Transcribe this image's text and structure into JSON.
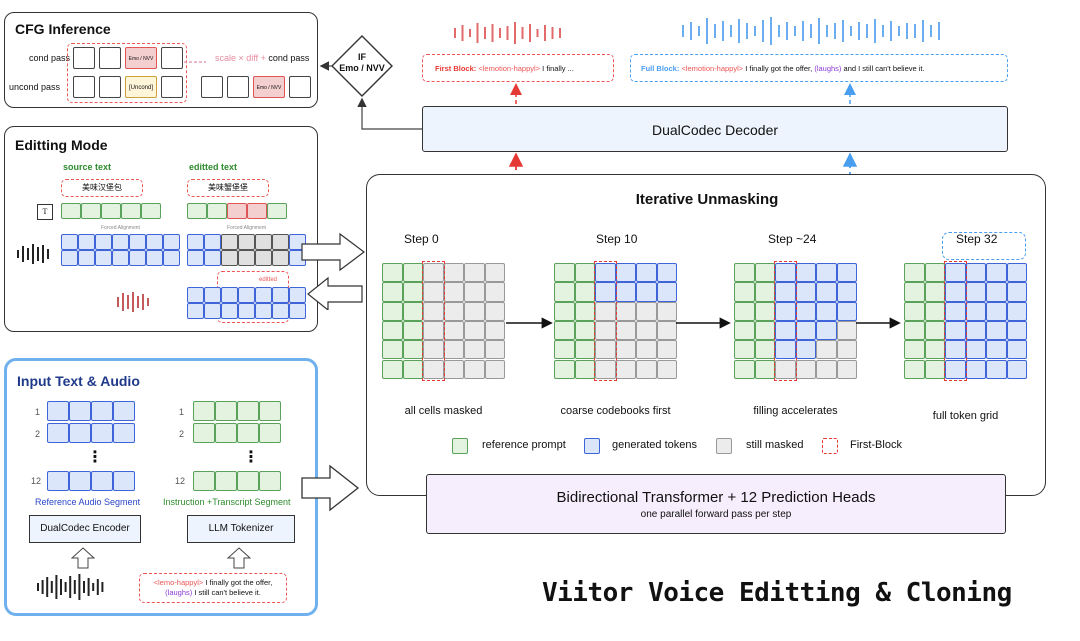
{
  "cfg": {
    "title": "CFG Inference",
    "cond_label": "cond pass",
    "uncond_label": "uncond pass",
    "emo_chip": "Emo / NVV",
    "uncond_chip": "[Uncond]",
    "formula_left": "scale × diff +",
    "formula_right": "cond pass",
    "result_chip": "Emo / NVV",
    "decision_line1": "IF",
    "decision_line2": "Emo / NVV"
  },
  "editing": {
    "title": "Editting Mode",
    "source_label": "source text",
    "edited_label": "editted text",
    "source_text": "美味汉堡包",
    "edited_text": "美味蟹堡堡",
    "text_icon": "T",
    "forced_alignment": "Forced Alignment",
    "edited_tag": "editted"
  },
  "input": {
    "title": "Input Text & Audio",
    "row_labels": [
      "1",
      "2",
      "12"
    ],
    "ellipsis": "⋮",
    "ref_segment": "Reference Audio Segment",
    "instr_segment": "Instruction +Transcript Segment",
    "encoder": "DualCodec Encoder",
    "tokenizer": "LLM Tokenizer",
    "prompt_tag": "<lemo-happyl>",
    "prompt_text1": " I finally got the offer,",
    "prompt_laughs": "(laughs)",
    "prompt_text2": " I still can't believe it."
  },
  "output": {
    "first_label": "First Block:",
    "first_tag": "<lemotion-happyl>",
    "first_text": " I finally ...",
    "full_label": "Full Block:",
    "full_tag": "<lemotion-happyl>",
    "full_text1": " I finally got the offer,",
    "full_laughs": "(laughs)",
    "full_text2": " and I still can't believe it.",
    "decoder": "DualCodec Decoder"
  },
  "unmask": {
    "title": "Iterative Unmasking",
    "steps": [
      {
        "label": "Step 0",
        "caption": "all cells masked"
      },
      {
        "label": "Step 10",
        "caption": "coarse codebooks first"
      },
      {
        "label": "Step ~24",
        "caption": "filling accelerates"
      },
      {
        "label": "Step 32",
        "caption": "full token grid"
      }
    ],
    "legend": [
      {
        "key": "ref",
        "label": "reference prompt"
      },
      {
        "key": "gen",
        "label": "generated tokens"
      },
      {
        "key": "mask",
        "label": "still masked"
      },
      {
        "key": "first",
        "label": "First-Block"
      }
    ]
  },
  "transformer": {
    "title": "Bidirectional Transformer + 12 Prediction Heads",
    "subtitle": "one parallel forward pass per step"
  },
  "footer_title": "Viitor Voice Editting & Cloning",
  "colors": {
    "green": "#e4f3df",
    "blue": "#dbe6fb",
    "grey": "#ececec",
    "red": "#e55555",
    "accent_blue": "#4a9ef0",
    "purple": "#f6eefc",
    "decoder": "#edf4fd"
  }
}
